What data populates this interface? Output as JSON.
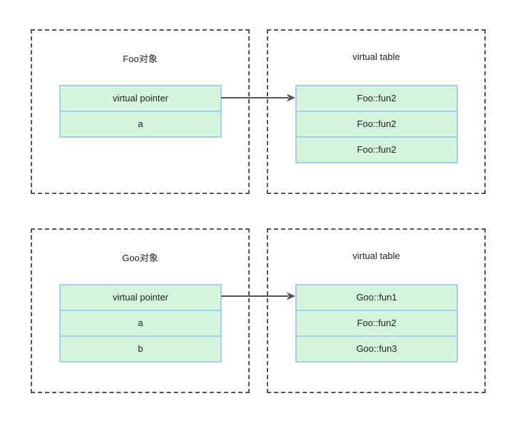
{
  "colors": {
    "dashed_border": "#555555",
    "cell_fill": "#d3f5dd",
    "cell_border": "#a8cdf0",
    "arrow": "#555555"
  },
  "foo": {
    "object": {
      "title": "Foo对象",
      "rows": [
        "virtual pointer",
        "a"
      ]
    },
    "vtable": {
      "title": "virtual table",
      "rows": [
        "Foo::fun2",
        "Foo::fun2",
        "Foo::fun2"
      ]
    }
  },
  "goo": {
    "object": {
      "title": "Goo对象",
      "rows": [
        "virtual pointer",
        "a",
        "b"
      ]
    },
    "vtable": {
      "title": "virtual table",
      "rows": [
        "Goo::fun1",
        "Foo::fun2",
        "Goo::fun3"
      ]
    }
  }
}
